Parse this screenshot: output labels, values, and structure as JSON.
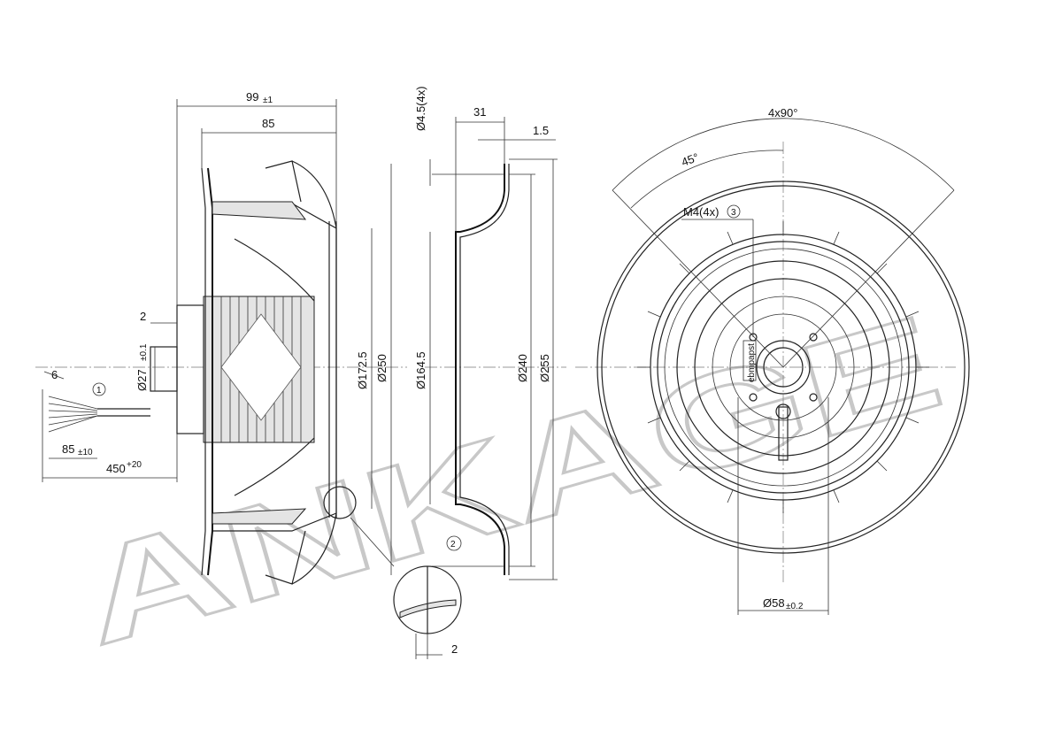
{
  "dimensions": {
    "width_overall": {
      "value": "99",
      "tol": "±1"
    },
    "width_body": "85",
    "shaft_offset": "2",
    "hub_diameter": {
      "value": "Ø27",
      "tol": "±0.1"
    },
    "wire_strip": "6",
    "wire_end": {
      "value": "85",
      "tol": "±10"
    },
    "cable_length": {
      "value": "450",
      "tol": "+20"
    },
    "d_172_5": "Ø172.5",
    "d_250": "Ø250",
    "hole": "Ø4.5(4x)",
    "ring_depth": "31",
    "ring_thickness": "1.5",
    "d_164_5": "Ø164.5",
    "d_240": "Ø240",
    "d_255": "Ø255",
    "detail_gap": "2",
    "angle_total": "4x90°",
    "angle_half": "45°",
    "thread": "M4(4x)",
    "d_58": {
      "value": "Ø58",
      "tol": "±0.2"
    }
  },
  "callouts": {
    "c1": "1",
    "c2": "2",
    "c3": "3"
  },
  "label": {
    "brand": "ebmpapst"
  },
  "watermark": "ANKAGE"
}
